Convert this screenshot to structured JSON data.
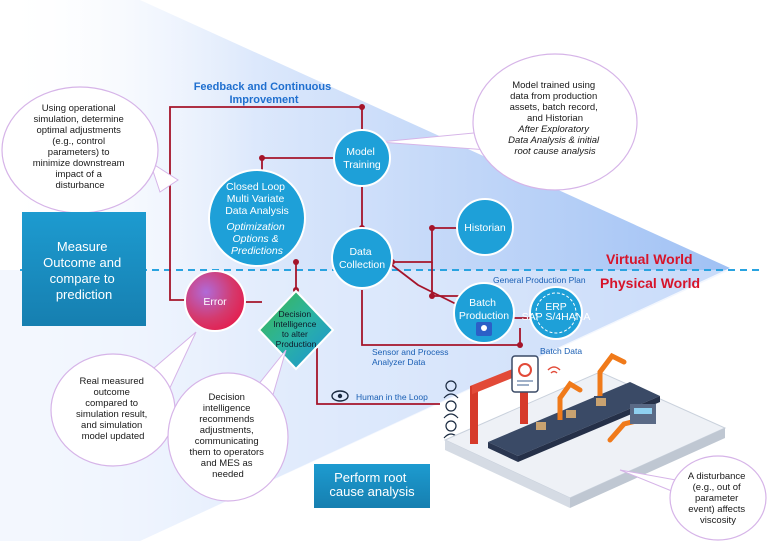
{
  "feedback_title": [
    "Feedback and Continuous",
    "Improvement"
  ],
  "bubbles": {
    "operational_simulation": [
      "Using operational",
      "simulation, determine",
      "optimal adjustments",
      "(e.g., control",
      "parameters) to",
      "minimize downstream",
      "impact of a",
      "disturbance"
    ],
    "model_trained": [
      "Model trained using",
      "data from production",
      "assets, batch record,",
      "and Historian"
    ],
    "model_trained_italic": [
      "After Exploratory",
      "Data Analysis & initial",
      "root cause analysis"
    ],
    "real_measured": [
      "Real measured",
      "outcome",
      "compared to",
      "simulation result,",
      "and simulation",
      "model updated"
    ],
    "decision_intel_desc": [
      "Decision",
      "intelligence",
      "recommends",
      "adjustments,",
      "communicating",
      "them to operators",
      "and MES as",
      "needed"
    ],
    "disturbance": [
      "A disturbance",
      "(e.g., out of",
      "parameter",
      "event) affects",
      "viscosity"
    ]
  },
  "nodes": {
    "model_training": [
      "Model",
      "Training"
    ],
    "closed_loop": [
      "Closed Loop",
      "Multi Variate",
      "Data Analysis"
    ],
    "closed_loop_italic": [
      "Optimization",
      "Options &",
      "Predictions"
    ],
    "data_collection": [
      "Data",
      "Collection"
    ],
    "historian": "Historian",
    "error": "Error",
    "batch_production": [
      "Batch",
      "Production"
    ],
    "erp": "ERP",
    "erp_sub": "SAP S/4HANA",
    "decision_diamond": [
      "Decision",
      "Intelligence",
      "to alter",
      "Production"
    ]
  },
  "boxes": {
    "measure": [
      "Measure",
      "Outcome and",
      "compare to",
      "prediction"
    ],
    "perform_root": [
      "Perform root",
      "cause analysis"
    ]
  },
  "labels": {
    "virtual_world": "Virtual World",
    "physical_world": "Physical World",
    "general_production_plan": "General Production Plan",
    "sensor_process": [
      "Sensor and Process",
      "Analyzer Data"
    ],
    "batch_data": "Batch Data",
    "human_in_loop": "Human in the Loop"
  },
  "colors": {
    "circle": "#1ea0d8",
    "line": "#a5142a",
    "box": "#1a8fbf",
    "dashed": "#29a3e0",
    "red_label": "#d7142a"
  }
}
